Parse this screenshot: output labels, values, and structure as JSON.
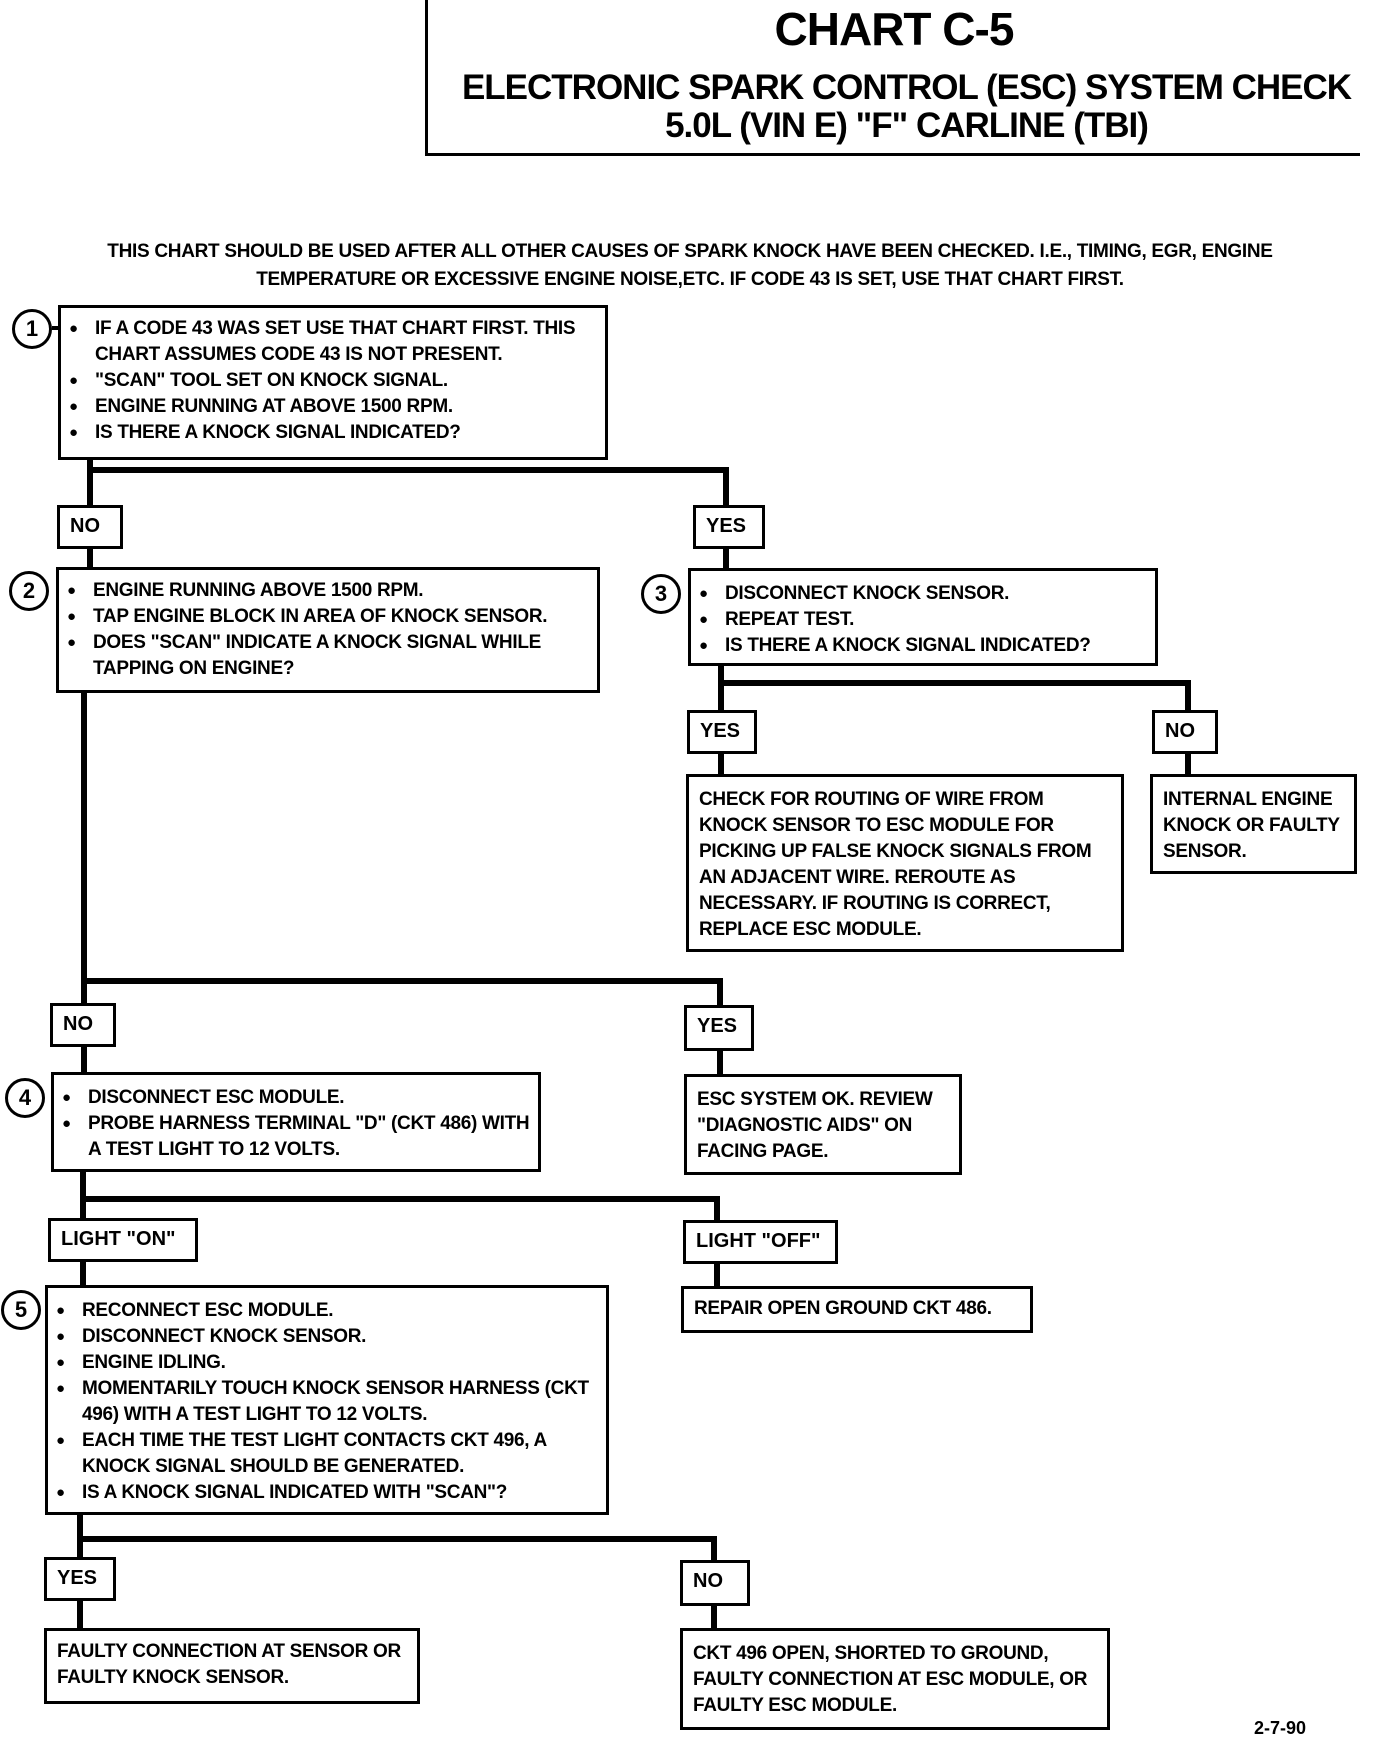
{
  "header": {
    "chart_title": "CHART C-5",
    "subtitle_line1": "ELECTRONIC SPARK CONTROL (ESC) SYSTEM CHECK",
    "subtitle_line2": "5.0L  (VIN E)  \"F\"  CARLINE  (TBI)"
  },
  "intro": "THIS CHART SHOULD BE USED AFTER ALL OTHER CAUSES OF SPARK KNOCK HAVE BEEN CHECKED.  I.E., TIMING, EGR, ENGINE TEMPERATURE OR EXCESSIVE ENGINE NOISE,ETC.  IF CODE 43 IS SET, USE THAT CHART FIRST.",
  "steps": {
    "s1": {
      "num": "1",
      "items": [
        "IF A CODE 43 WAS SET USE THAT CHART FIRST. THIS CHART ASSUMES CODE 43 IS NOT PRESENT.",
        "\"SCAN\" TOOL SET ON KNOCK SIGNAL.",
        "ENGINE RUNNING AT ABOVE 1500 RPM.",
        "IS THERE A KNOCK SIGNAL INDICATED?"
      ]
    },
    "s2": {
      "num": "2",
      "items": [
        "ENGINE RUNNING ABOVE 1500 RPM.",
        "TAP ENGINE BLOCK IN AREA OF KNOCK SENSOR.",
        "DOES \"SCAN\" INDICATE A KNOCK SIGNAL WHILE TAPPING ON ENGINE?"
      ]
    },
    "s3": {
      "num": "3",
      "items": [
        "DISCONNECT KNOCK SENSOR.",
        "REPEAT TEST.",
        "IS THERE A KNOCK SIGNAL INDICATED?"
      ]
    },
    "s4": {
      "num": "4",
      "items": [
        "DISCONNECT ESC MODULE.",
        "PROBE HARNESS TERMINAL \"D\" (CKT 486) WITH A TEST LIGHT TO 12 VOLTS."
      ]
    },
    "s5": {
      "num": "5",
      "items": [
        "RECONNECT ESC MODULE.",
        "DISCONNECT KNOCK SENSOR.",
        "ENGINE IDLING.",
        "MOMENTARILY TOUCH KNOCK SENSOR HARNESS (CKT 496) WITH A TEST LIGHT TO 12 VOLTS.",
        "EACH TIME THE TEST LIGHT CONTACTS CKT 496, A KNOCK SIGNAL SHOULD BE GENERATED.",
        "IS A KNOCK SIGNAL INDICATED WITH \"SCAN\"?"
      ]
    }
  },
  "results": {
    "routing": "CHECK FOR ROUTING OF WIRE FROM KNOCK SENSOR TO ESC MODULE FOR PICKING UP FALSE KNOCK SIGNALS FROM AN ADJACENT WIRE.  REROUTE AS NECESSARY.  IF ROUTING IS CORRECT, REPLACE ESC MODULE.",
    "internal": "INTERNAL ENGINE KNOCK OR FAULTY SENSOR.",
    "esc_ok": "ESC SYSTEM OK.  REVIEW \"DIAGNOSTIC AIDS\" ON FACING PAGE.",
    "repair_open": "REPAIR OPEN GROUND CKT 486.",
    "faulty_conn": "FAULTY CONNECTION AT SENSOR OR FAULTY KNOCK SENSOR.",
    "ckt_open": "CKT 496 OPEN, SHORTED TO GROUND, FAULTY CONNECTION AT ESC MODULE, OR FAULTY ESC MODULE."
  },
  "labels": {
    "no": "NO",
    "yes": "YES",
    "light_on": "LIGHT \"ON\"",
    "light_off": "LIGHT \"OFF\""
  },
  "date": "2-7-90"
}
